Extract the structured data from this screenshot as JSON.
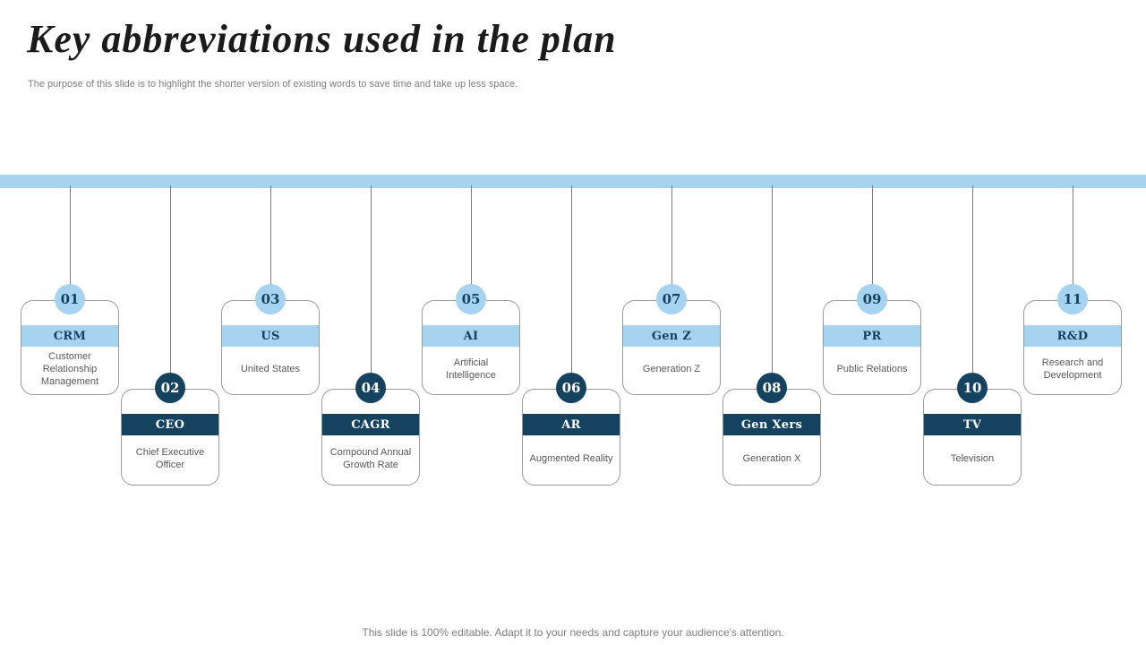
{
  "slide": {
    "title": "Key abbreviations used in the plan",
    "subtitle": "The purpose of this slide is to highlight the shorter version of existing words to save time and take up less space.",
    "footer": "This slide is 100% editable. Adapt it to your needs and capture your audience's attention."
  },
  "colors": {
    "light_blue": "#a5d3f0",
    "dark_navy": "#14425f",
    "title_text": "#1b1b1b",
    "body_text": "#595959",
    "muted_text": "#7f7f7f"
  },
  "items": [
    {
      "number": "01",
      "abbreviation": "CRM",
      "full_form": "Customer Relationship Management"
    },
    {
      "number": "02",
      "abbreviation": "CEO",
      "full_form": "Chief Executive Officer"
    },
    {
      "number": "03",
      "abbreviation": "US",
      "full_form": "United States"
    },
    {
      "number": "04",
      "abbreviation": "CAGR",
      "full_form": "Compound Annual Growth Rate"
    },
    {
      "number": "05",
      "abbreviation": "AI",
      "full_form": "Artificial Intelligence"
    },
    {
      "number": "06",
      "abbreviation": "AR",
      "full_form": "Augmented Reality"
    },
    {
      "number": "07",
      "abbreviation": "Gen Z",
      "full_form": "Generation Z"
    },
    {
      "number": "08",
      "abbreviation": "Gen Xers",
      "full_form": "Generation X"
    },
    {
      "number": "09",
      "abbreviation": "PR",
      "full_form": "Public Relations"
    },
    {
      "number": "10",
      "abbreviation": "TV",
      "full_form": "Television"
    },
    {
      "number": "11",
      "abbreviation": "R&D",
      "full_form": "Research and Development"
    }
  ]
}
